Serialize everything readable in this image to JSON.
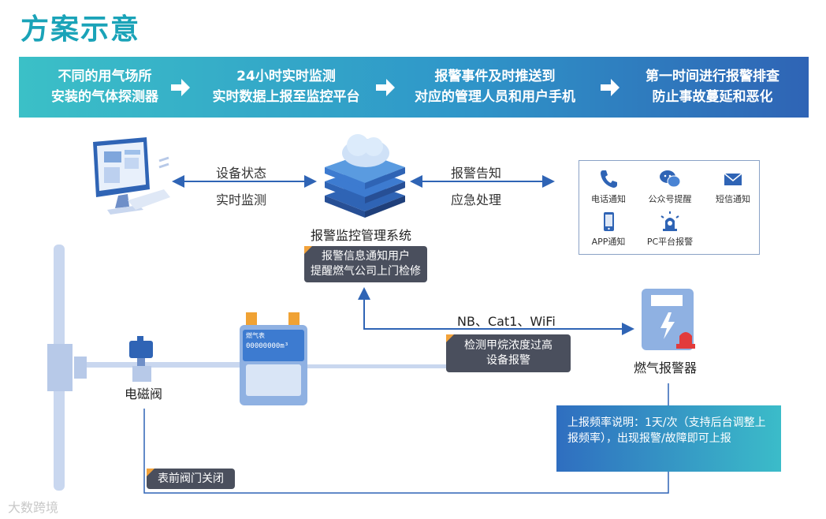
{
  "title": "方案示意",
  "banner": {
    "steps": [
      {
        "line1": "不同的用气场所",
        "line2": "安装的气体探测器"
      },
      {
        "line1": "24小时实时监测",
        "line2": "实时数据上报至监控平台"
      },
      {
        "line1": "报警事件及时推送到",
        "line2": "对应的管理人员和用户手机"
      },
      {
        "line1": "第一时间进行报警排查",
        "line2": "防止事故蔓延和恶化"
      }
    ]
  },
  "links": {
    "left_top": "设备状态",
    "left_bottom": "实时监测",
    "right_top": "报警告知",
    "right_bottom": "应急处理",
    "network": "NB、Cat1、WiFi"
  },
  "server_label": "报警监控管理系统",
  "notify": {
    "items": [
      {
        "label": "电话通知",
        "icon": "phone-icon"
      },
      {
        "label": "公众号提醒",
        "icon": "wechat-icon"
      },
      {
        "label": "短信通知",
        "icon": "mail-icon"
      },
      {
        "label": "APP通知",
        "icon": "mobile-icon"
      },
      {
        "label": "PC平台报警",
        "icon": "alarm-light-icon"
      }
    ]
  },
  "boxes": {
    "notify_user": {
      "line1": "报警信息通知用户",
      "line2": "提醒燃气公司上门检修"
    },
    "detect": {
      "line1": "检测甲烷浓度过高",
      "line2": "设备报警"
    },
    "valve_close": "表前阀门关闭"
  },
  "meter": {
    "label": "燃气表",
    "reading": "00000000m³"
  },
  "valve_label": "电磁阀",
  "alarm_label": "燃气报警器",
  "description": "上报频率说明：1天/次（支持后台调整上报频率），出现报警/故障即可上报",
  "watermark": "大数跨境",
  "colors": {
    "accent": "#1aa3b8",
    "banner_start": "#3bc0c7",
    "banner_end": "#2f64b5",
    "box": "#4a4f5d",
    "pipe": "#c9d7ef",
    "alarm_red": "#e23b3b"
  }
}
